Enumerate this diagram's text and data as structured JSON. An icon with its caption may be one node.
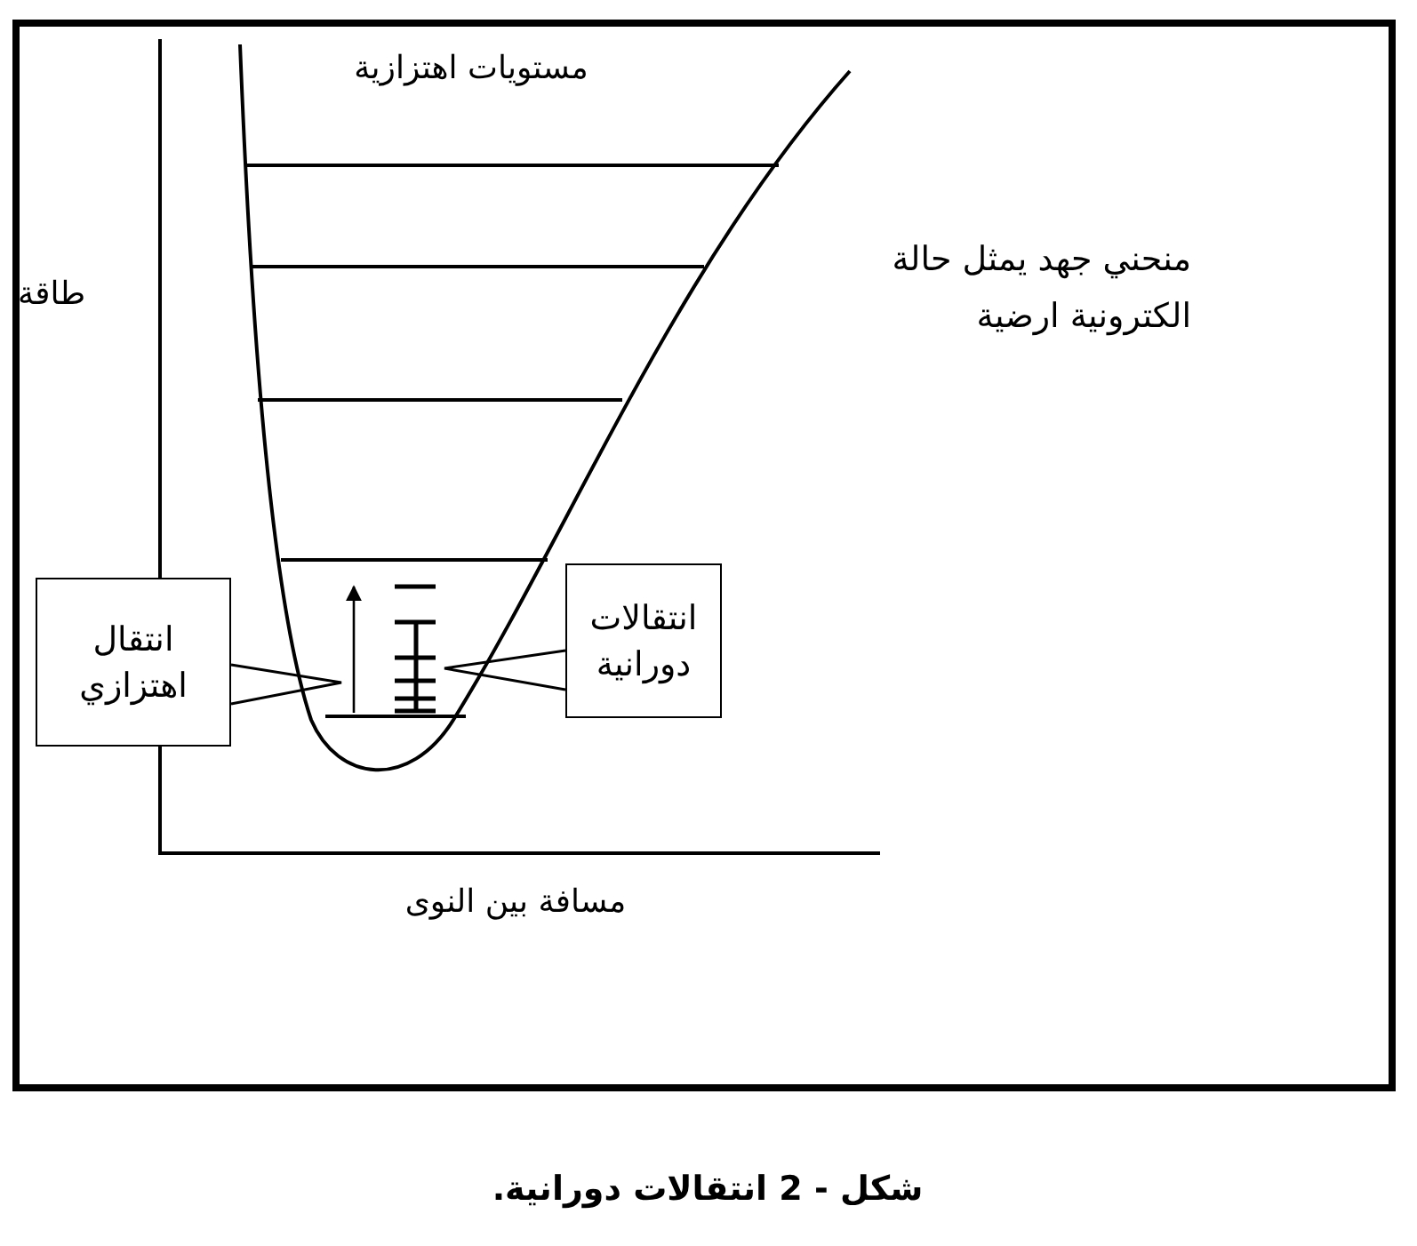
{
  "diagram": {
    "caption": "شكل - 2 انتقالات دورانية.",
    "nodes": [
      {
        "text": [
          "انتقال اهتزازي"
        ]
      },
      {
        "text": [
          "انتقالات دورانية"
        ]
      }
    ],
    "edges": [
      {
        "from": 0,
        "to": null,
        "arrow": "none"
      },
      {
        "from": 1,
        "to": null,
        "arrow": "none"
      }
    ],
    "labels": [
      "مستويات اهتزازية",
      "طاقة",
      "منحني جهد يمثل حالة الكترونية ارضية",
      "مسافة بين النوى"
    ]
  }
}
